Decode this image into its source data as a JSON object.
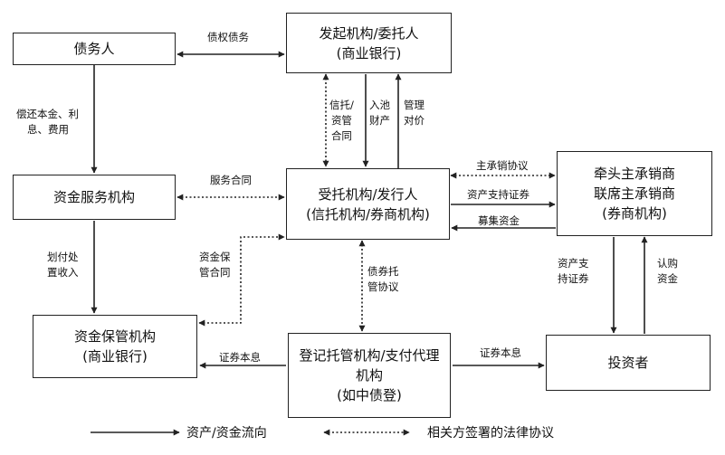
{
  "colors": {
    "line": "#222222",
    "background": "#ffffff"
  },
  "boxes": {
    "debtor": "债务人",
    "originator": {
      "line1": "发起机构/委托人",
      "line2": "(商业银行)"
    },
    "servicer": "资金服务机构",
    "trustee": {
      "line1": "受托机构/发行人",
      "line2": "(信托机构/券商机构)"
    },
    "underwriter": {
      "line1": "牵头主承销商",
      "line2": "联席主承销商",
      "line3": "(券商机构)"
    },
    "custodian": {
      "line1": "资金保管机构",
      "line2": "(商业银行)"
    },
    "registrar": {
      "line1": "登记托管机构/支付代理",
      "line2": "机构",
      "line3": "(如中债登)"
    },
    "investor": "投资者"
  },
  "labels": {
    "claims_debts": "债权债务",
    "repay": {
      "line1": "偿还本金、利",
      "line2": "息、费用"
    },
    "trust_contract": [
      "信托/",
      "资管",
      "合同"
    ],
    "pool_assets": [
      "入池",
      "财产"
    ],
    "mgmt_price": [
      "管理",
      "对价"
    ],
    "service_contract": "服务合同",
    "transfer_income": {
      "line1": "划付处",
      "line2": "置收入"
    },
    "custody_contract": {
      "line1": "资金保",
      "line2": "管合同"
    },
    "lead_underwriting": "主承销协议",
    "abs_to_underwriter": "资产支持证券",
    "raise_funds": "募集资金",
    "bond_custody": {
      "line1": "债券托",
      "line2": "管协议"
    },
    "abs_to_investor": {
      "line1": "资产支",
      "line2": "持证券"
    },
    "subscribe_funds": {
      "line1": "认购",
      "line2": "资金"
    },
    "principal_interest_1": "证券本息",
    "principal_interest_2": "证券本息"
  },
  "legend": {
    "flow": "资产/资金流向",
    "agreement": "相关方签署的法律协议"
  }
}
